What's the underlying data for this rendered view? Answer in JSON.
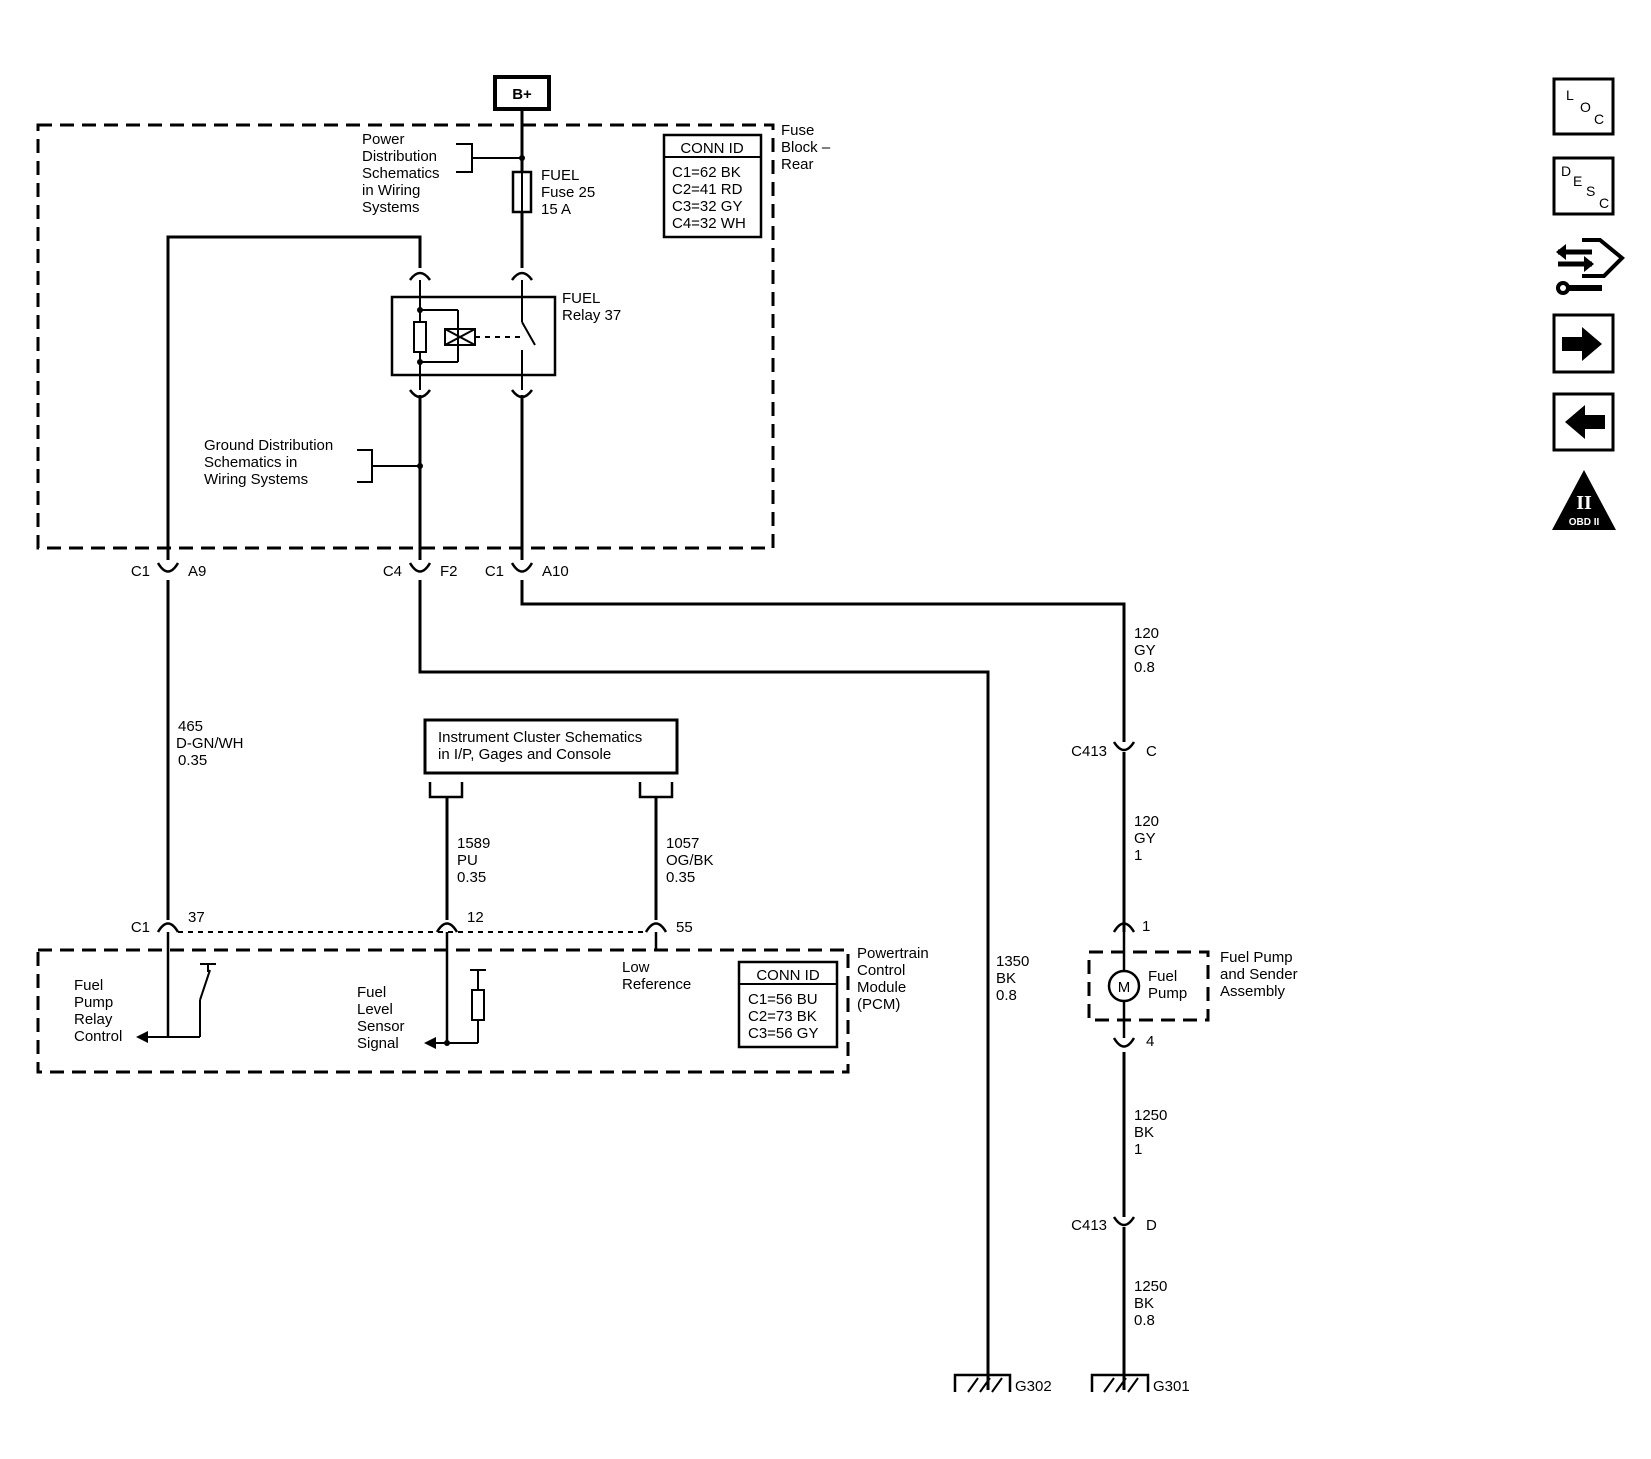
{
  "power": {
    "label": "B+"
  },
  "fuse_block": {
    "title_lines": [
      "Fuse",
      "Block –",
      "Rear"
    ],
    "conn_title": "CONN ID",
    "conn_lines": [
      "C1=62 BK",
      "C2=41 RD",
      "C3=32 GY",
      "C4=32 WH"
    ]
  },
  "power_dist_ref": [
    "Power",
    "Distribution",
    "Schematics",
    "in Wiring",
    "Systems"
  ],
  "fuse": [
    "FUEL",
    "Fuse 25",
    "15 A"
  ],
  "relay": [
    "FUEL",
    "Relay 37"
  ],
  "ground_dist_ref": [
    "Ground Distribution",
    "Schematics in",
    "Wiring Systems"
  ],
  "connectors": {
    "c1_a9": {
      "conn": "C1",
      "pin": "A9"
    },
    "c4_f2": {
      "conn": "C4",
      "pin": "F2"
    },
    "c1_a10": {
      "conn": "C1",
      "pin": "A10"
    },
    "c413_c": {
      "conn": "C413",
      "pin": "C"
    },
    "c413_d": {
      "conn": "C413",
      "pin": "D"
    },
    "pcm_37": {
      "conn": "C1",
      "pin": "37"
    },
    "pcm_12": {
      "pin": "12"
    },
    "pcm_55": {
      "pin": "55"
    },
    "pump_1": {
      "pin": "1"
    },
    "pump_4": {
      "pin": "4"
    }
  },
  "wires": {
    "w465": [
      "465",
      "D-GN/WH",
      "0.35"
    ],
    "w120a": [
      "120",
      "GY",
      "0.8"
    ],
    "w120b": [
      "120",
      "GY",
      "1"
    ],
    "w1589": [
      "1589",
      "PU",
      "0.35"
    ],
    "w1057": [
      "1057",
      "OG/BK",
      "0.35"
    ],
    "w1350": [
      "1350",
      "BK",
      "0.8"
    ],
    "w1250a": [
      "1250",
      "BK",
      "1"
    ],
    "w1250b": [
      "1250",
      "BK",
      "0.8"
    ]
  },
  "instrument_cluster_ref": [
    "Instrument Cluster Schematics",
    "in I/P, Gages and Console"
  ],
  "pcm": {
    "title_lines": [
      "Powertrain",
      "Control",
      "Module",
      "(PCM)"
    ],
    "conn_title": "CONN ID",
    "conn_lines": [
      "C1=56 BU",
      "C2=73 BK",
      "C3=56 GY"
    ],
    "relay_control": [
      "Fuel",
      "Pump",
      "Relay",
      "Control"
    ],
    "level_signal": [
      "Fuel",
      "Level",
      "Sensor",
      "Signal"
    ],
    "low_ref": [
      "Low",
      "Reference"
    ]
  },
  "pump": {
    "motor": "M",
    "label_lines": [
      "Fuel",
      "Pump"
    ],
    "assembly_lines": [
      "Fuel Pump",
      "and Sender",
      "Assembly"
    ]
  },
  "grounds": {
    "g302": "G302",
    "g301": "G301"
  },
  "nav_icons": {
    "loc": {
      "icon": "loc-icon",
      "letters": [
        "L",
        "O",
        "C"
      ]
    },
    "desc": {
      "icon": "desc-icon",
      "letters": [
        "D",
        "E",
        "S",
        "C"
      ]
    },
    "diag": {
      "icon": "diagnostic-wrench-icon"
    },
    "next": {
      "icon": "arrow-right-icon"
    },
    "prev": {
      "icon": "arrow-left-icon"
    },
    "obd": {
      "icon": "obd-ii-icon",
      "numeral": "II",
      "label": "OBD II"
    }
  }
}
